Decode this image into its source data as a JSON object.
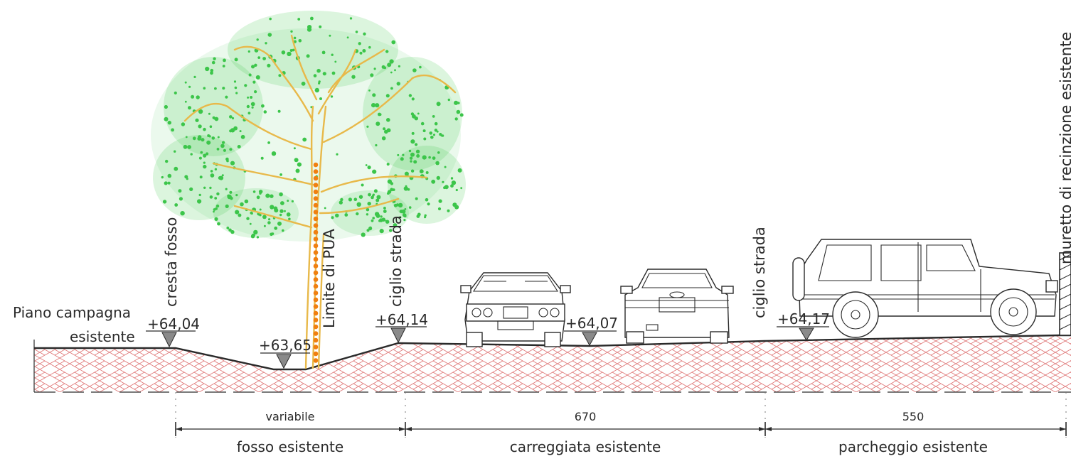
{
  "labels": {
    "piano_campagna_line1": "Piano campagna",
    "piano_campagna_line2": "esistente",
    "cresta_fosso": "cresta fosso",
    "limite_pua": "Limite di PUA",
    "ciglio_strada_left": "ciglio strada",
    "ciglio_strada_right": "ciglio strada",
    "muretto": "muretto di recinzione esistente"
  },
  "elevations": [
    "+64,04",
    "+63,65",
    "+64,14",
    "+64,07",
    "+64,17"
  ],
  "dimensions": [
    {
      "value": "variabile",
      "label": "fosso esistente"
    },
    {
      "value": "670",
      "label": "carreggiata esistente"
    },
    {
      "value": "550",
      "label": "parcheggio esistente"
    }
  ],
  "colors": {
    "foliage": "#3cc54a",
    "trunk": "#e8b94a",
    "pua_limit": "#f07f10",
    "soil_hatch": "#e07a7a",
    "line": "#2a2a2a"
  },
  "icons": [
    "tree-icon",
    "sedan-car-icon",
    "sedan-car-icon",
    "suv-car-icon"
  ]
}
